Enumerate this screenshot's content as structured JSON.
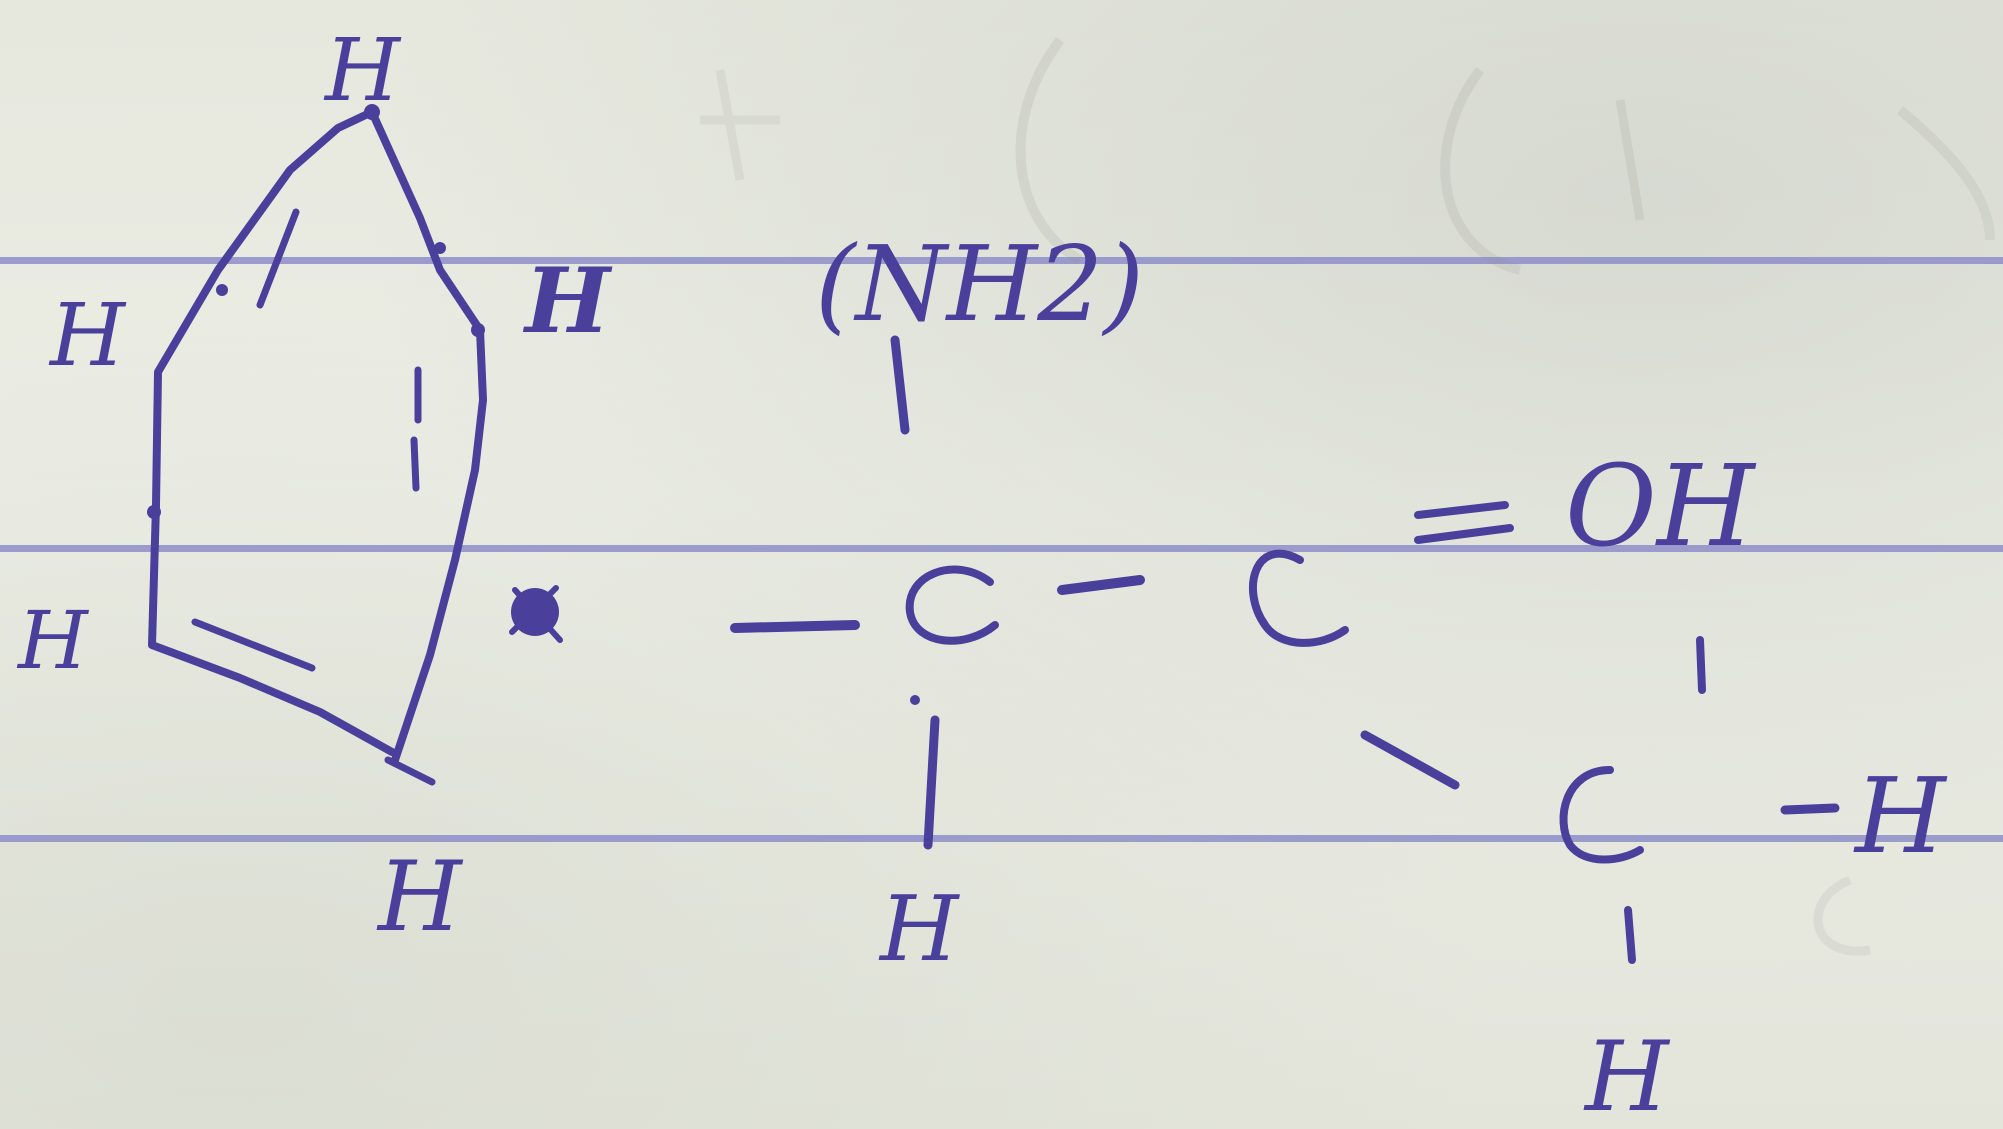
{
  "image": {
    "description": "",
    "paper_line_color": "#8d8ec9",
    "ink_color": "#4a3f9a"
  },
  "molecule": {
    "ring_hydrogens": [
      "H",
      "H",
      "H",
      "H",
      "H"
    ],
    "amino_group": "(NH2)",
    "hydroxyl": "OH",
    "alpha_hydrogen": "H",
    "methyl_hydrogens": [
      "H",
      "H"
    ]
  }
}
